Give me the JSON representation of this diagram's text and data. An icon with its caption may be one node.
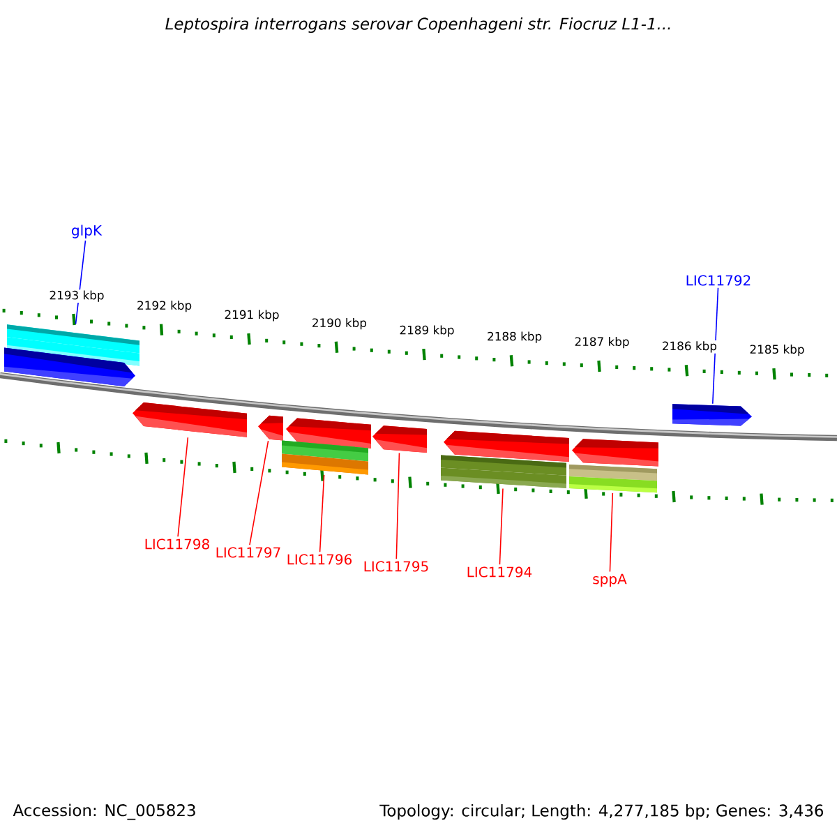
{
  "diagram": {
    "title": "Leptospira interrogans serovar Copenhageni str. Fiocruz L1-1...",
    "nodes": [
      {
        "text": [
          "glpK"
        ]
      },
      {
        "text": [
          "LIC11792"
        ]
      },
      {
        "text": [],
        "shape": "bar"
      },
      {
        "text": [],
        "shape": "arrow"
      },
      {
        "text": [],
        "shape": "arrow"
      },
      {
        "text": [],
        "shape": "arrow"
      },
      {
        "text": [],
        "shape": "arrow"
      },
      {
        "text": [],
        "shape": "arrow"
      },
      {
        "text": [],
        "shape": "arrow"
      },
      {
        "text": [],
        "shape": "arrow"
      },
      {
        "text": [],
        "shape": "arrow"
      },
      {
        "text": [],
        "shape": "bar"
      },
      {
        "text": [],
        "shape": "bar"
      },
      {
        "text": [],
        "shape": "bar"
      },
      {
        "text": [
          "LIC11798"
        ]
      },
      {
        "text": [
          "LIC11797"
        ]
      },
      {
        "text": [
          "LIC11796"
        ]
      },
      {
        "text": [
          "LIC11795"
        ]
      },
      {
        "text": [
          "LIC11794"
        ]
      },
      {
        "text": [
          "sppA"
        ]
      }
    ],
    "edges": [
      {
        "from": 0,
        "to": 2,
        "arrow": "none",
        "color": "#0000ff"
      },
      {
        "from": 1,
        "to": 4,
        "arrow": "none",
        "color": "#0000ff"
      },
      {
        "from": 14,
        "to": 5,
        "arrow": "none"
      },
      {
        "from": 15,
        "to": 6,
        "arrow": "none"
      },
      {
        "from": 16,
        "to": 11,
        "arrow": "none"
      },
      {
        "from": 17,
        "to": 8,
        "arrow": "none"
      },
      {
        "from": 18,
        "to": 12,
        "arrow": "none"
      },
      {
        "from": 19,
        "to": 13,
        "arrow": "none"
      }
    ],
    "labels": [
      "2193 kbp",
      "2192 kbp",
      "2191 kbp",
      "2190 kbp",
      "2189 kbp",
      "2188 kbp",
      "2187 kbp",
      "2186 kbp",
      "2185 kbp",
      "Accession: NC_005823",
      "Topology: circular; Length: 4,277,185 bp; Genes: 3,436"
    ]
  }
}
